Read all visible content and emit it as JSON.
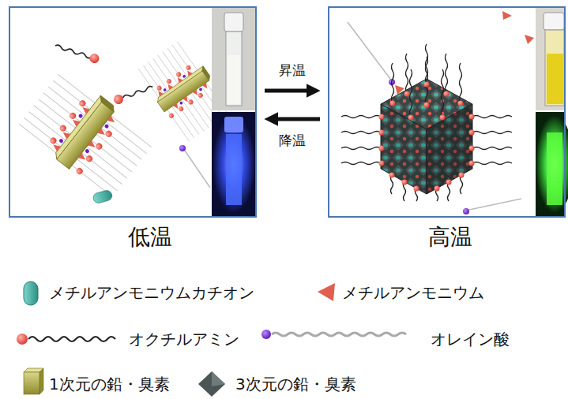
{
  "diagram": {
    "nodes": [
      {
        "text": [
          "低温"
        ]
      },
      {
        "text": [
          "高温"
        ]
      }
    ],
    "edges": [
      {
        "from": 0,
        "to": 1,
        "arrow": "to",
        "label": "昇温"
      },
      {
        "from": 1,
        "to": 0,
        "arrow": "to",
        "label": "降温"
      }
    ],
    "legend": [
      {
        "text": "メチルアンモニウムカチオン"
      },
      {
        "text": "メチルアンモニウム"
      },
      {
        "text": "オクチルアミン"
      },
      {
        "text": "オレイン酸"
      },
      {
        "text": "1次元の鉛・臭素"
      },
      {
        "text": "3次元の鉛・臭素"
      }
    ]
  }
}
